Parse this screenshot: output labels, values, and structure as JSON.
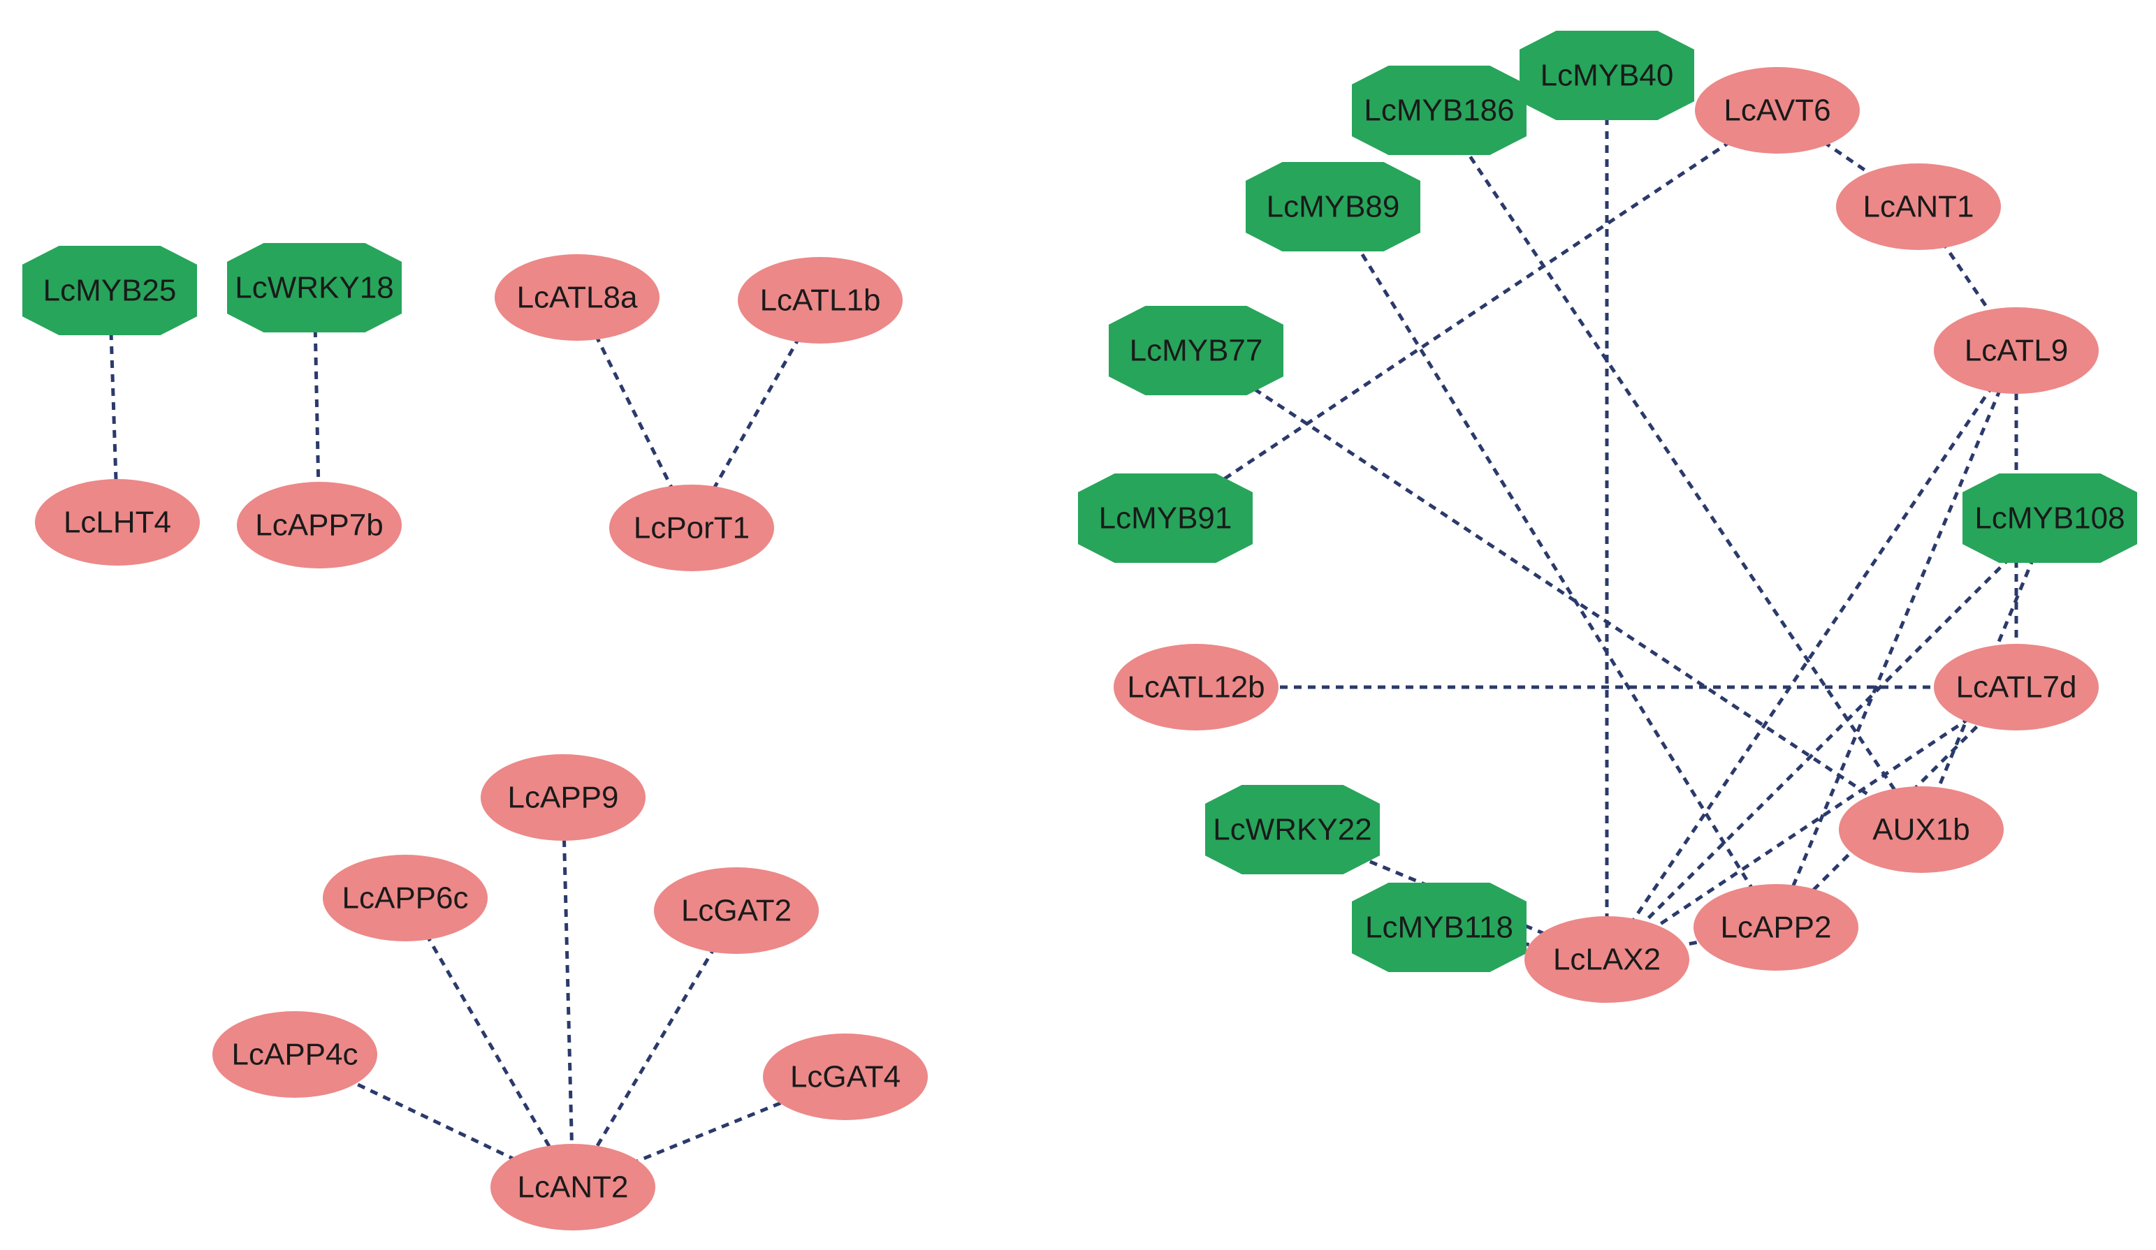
{
  "colors": {
    "tf": "#27a55b",
    "gene": "#ec8888",
    "edge": "#2b3a6b"
  },
  "nodes": [
    {
      "id": "LcMYB25",
      "label": "LcMYB25",
      "kind": "tf"
    },
    {
      "id": "LcWRKY18",
      "label": "LcWRKY18",
      "kind": "tf"
    },
    {
      "id": "LcLHT4",
      "label": "LcLHT4",
      "kind": "gene"
    },
    {
      "id": "LcAPP7b",
      "label": "LcAPP7b",
      "kind": "gene"
    },
    {
      "id": "LcATL8a",
      "label": "LcATL8a",
      "kind": "gene"
    },
    {
      "id": "LcATL1b",
      "label": "LcATL1b",
      "kind": "gene"
    },
    {
      "id": "LcPorT1",
      "label": "LcPorT1",
      "kind": "gene"
    },
    {
      "id": "LcAPP9",
      "label": "LcAPP9",
      "kind": "gene"
    },
    {
      "id": "LcAPP6c",
      "label": "LcAPP6c",
      "kind": "gene"
    },
    {
      "id": "LcGAT2",
      "label": "LcGAT2",
      "kind": "gene"
    },
    {
      "id": "LcAPP4c",
      "label": "LcAPP4c",
      "kind": "gene"
    },
    {
      "id": "LcGAT4",
      "label": "LcGAT4",
      "kind": "gene"
    },
    {
      "id": "LcANT2",
      "label": "LcANT2",
      "kind": "gene"
    },
    {
      "id": "LcMYB186",
      "label": "LcMYB186",
      "kind": "tf"
    },
    {
      "id": "LcMYB40",
      "label": "LcMYB40",
      "kind": "tf"
    },
    {
      "id": "LcAVT6",
      "label": "LcAVT6",
      "kind": "gene"
    },
    {
      "id": "LcMYB89",
      "label": "LcMYB89",
      "kind": "tf"
    },
    {
      "id": "LcANT1",
      "label": "LcANT1",
      "kind": "gene"
    },
    {
      "id": "LcMYB77",
      "label": "LcMYB77",
      "kind": "tf"
    },
    {
      "id": "LcATL9",
      "label": "LcATL9",
      "kind": "gene"
    },
    {
      "id": "LcMYB91",
      "label": "LcMYB91",
      "kind": "tf"
    },
    {
      "id": "LcMYB108",
      "label": "LcMYB108",
      "kind": "tf"
    },
    {
      "id": "LcATL12b",
      "label": "LcATL12b",
      "kind": "gene"
    },
    {
      "id": "LcATL7d",
      "label": "LcATL7d",
      "kind": "gene"
    },
    {
      "id": "AUX1b",
      "label": "AUX1b",
      "kind": "gene"
    },
    {
      "id": "LcWRKY22",
      "label": "LcWRKY22",
      "kind": "tf"
    },
    {
      "id": "LcMYB118",
      "label": "LcMYB118",
      "kind": "tf"
    },
    {
      "id": "LcLAX2",
      "label": "LcLAX2",
      "kind": "gene"
    },
    {
      "id": "LcAPP2",
      "label": "LcAPP2",
      "kind": "gene"
    }
  ],
  "edges": [
    [
      "LcMYB25",
      "LcLHT4"
    ],
    [
      "LcWRKY18",
      "LcAPP7b"
    ],
    [
      "LcATL8a",
      "LcPorT1"
    ],
    [
      "LcATL1b",
      "LcPorT1"
    ],
    [
      "LcAPP9",
      "LcANT2"
    ],
    [
      "LcAPP6c",
      "LcANT2"
    ],
    [
      "LcGAT2",
      "LcANT2"
    ],
    [
      "LcAPP4c",
      "LcANT2"
    ],
    [
      "LcGAT4",
      "LcANT2"
    ],
    [
      "LcAVT6",
      "LcMYB91"
    ],
    [
      "LcAVT6",
      "LcANT1"
    ],
    [
      "LcANT1",
      "LcATL9"
    ],
    [
      "LcATL9",
      "LcATL7d"
    ],
    [
      "LcMYB40",
      "LcLAX2"
    ],
    [
      "LcMYB186",
      "AUX1b"
    ],
    [
      "LcMYB89",
      "LcAPP2"
    ],
    [
      "LcMYB77",
      "AUX1b"
    ],
    [
      "LcATL12b",
      "LcATL7d"
    ],
    [
      "LcATL9",
      "LcLAX2"
    ],
    [
      "LcATL9",
      "LcAPP2"
    ],
    [
      "LcMYB108",
      "LcLAX2"
    ],
    [
      "LcMYB108",
      "AUX1b"
    ],
    [
      "LcATL7d",
      "LcLAX2"
    ],
    [
      "LcATL7d",
      "LcAPP2"
    ],
    [
      "LcWRKY22",
      "LcLAX2"
    ],
    [
      "LcMYB118",
      "LcLAX2"
    ],
    [
      "LcLAX2",
      "LcAPP2"
    ]
  ]
}
